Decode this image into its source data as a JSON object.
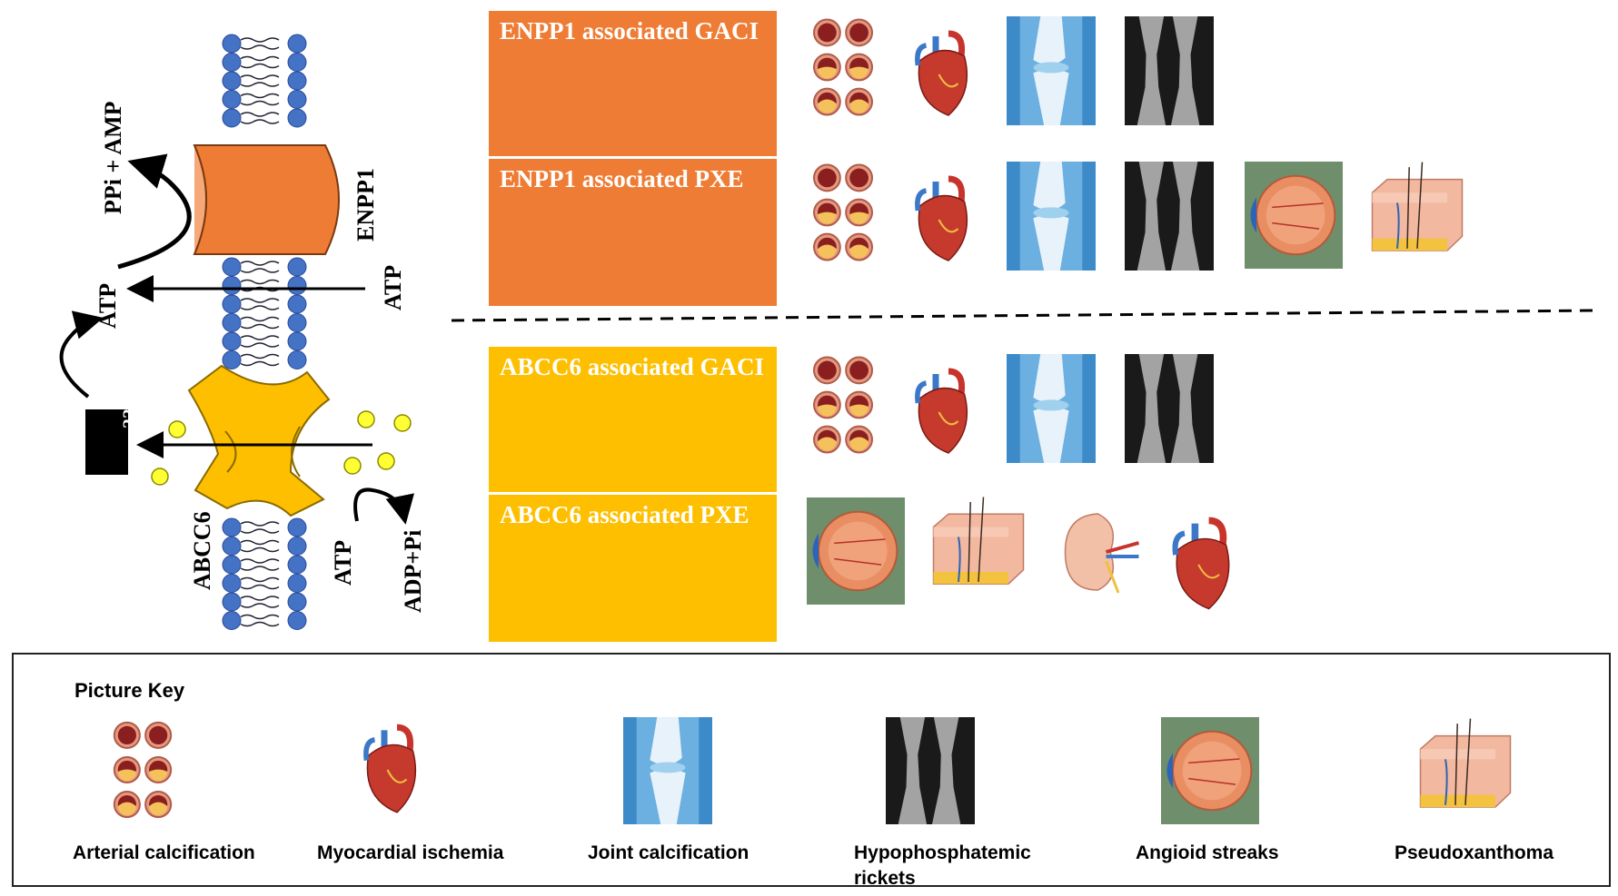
{
  "membrane_labels": {
    "ppi_amp": "PPi + AMP",
    "enpp1": "ENPP1",
    "atp_left": "ATP",
    "atp_right": "ATP",
    "atp_abcc6_left": "ATP",
    "unknown": "???",
    "abcc6": "ABCC6",
    "atp_bottom": "ATP",
    "adp_pi": "ADP+Pi"
  },
  "panels": [
    {
      "label": "ENPP1 associated GACI",
      "color": "#ee7c34",
      "icons": [
        "artery-icon",
        "heart-icon",
        "knee-icon",
        "xray-icon"
      ]
    },
    {
      "label": "ENPP1 associated PXE",
      "color": "#ee7c34",
      "icons": [
        "artery-icon",
        "heart-icon",
        "knee-icon",
        "xray-icon",
        "eye-icon",
        "skin-icon"
      ]
    },
    {
      "label": "ABCC6 associated GACI",
      "color": "#fdbf00",
      "icons": [
        "artery-icon",
        "heart-icon",
        "knee-icon",
        "xray-icon"
      ]
    },
    {
      "label": "ABCC6 associated PXE",
      "color": "#fdbf00",
      "icons": [
        "eye-icon",
        "skin-icon",
        "kidney-icon",
        "heart-icon"
      ]
    }
  ],
  "key": {
    "title": "Picture Key",
    "items": [
      {
        "label": "Arterial calcification",
        "icon": "artery-icon"
      },
      {
        "label": "Myocardial ischemia",
        "icon": "heart-icon"
      },
      {
        "label": "Joint calcification",
        "icon": "knee-icon"
      },
      {
        "label": "Hypophosphatemic rickets",
        "icon": "xray-icon"
      },
      {
        "label": "Angioid streaks",
        "icon": "eye-icon"
      },
      {
        "label": "Pseudoxanthoma",
        "icon": "skin-icon"
      }
    ]
  },
  "colors": {
    "enpp1_orange": "#ee7c34",
    "abcc6_yellow": "#fdbf00",
    "lipid_blue": "#4472c4",
    "ligand_yellow": "#ffff33"
  }
}
